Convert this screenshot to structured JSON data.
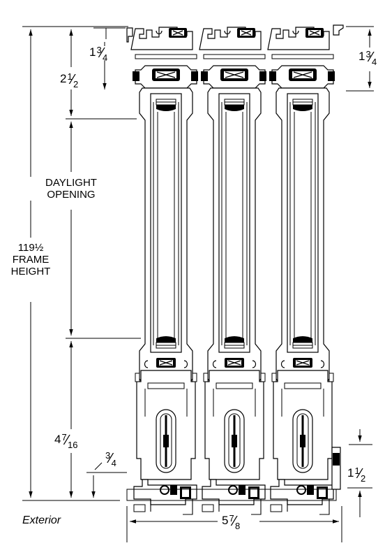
{
  "labels": {
    "daylight_line1": "DAYLIGHT",
    "daylight_line2": "OPENING",
    "frame_value": "119½",
    "frame_line2": "FRAME",
    "frame_line3": "HEIGHT",
    "exterior": "Exterior"
  },
  "dims": {
    "top_inner": {
      "whole": "1",
      "num": "3",
      "den": "4"
    },
    "top_outer": {
      "whole": "2",
      "num": "1",
      "den": "2"
    },
    "top_right": {
      "whole": "1",
      "num": "3",
      "den": "4"
    },
    "sill_height": {
      "whole": "4",
      "num": "7",
      "den": "16"
    },
    "sill_step": {
      "whole": "",
      "num": "3",
      "den": "4"
    },
    "sill_right": {
      "whole": "1",
      "num": "1",
      "den": "2"
    },
    "width": {
      "whole": "5",
      "num": "7",
      "den": "8"
    }
  },
  "panels": [
    "panel-1",
    "panel-2",
    "panel-3"
  ]
}
